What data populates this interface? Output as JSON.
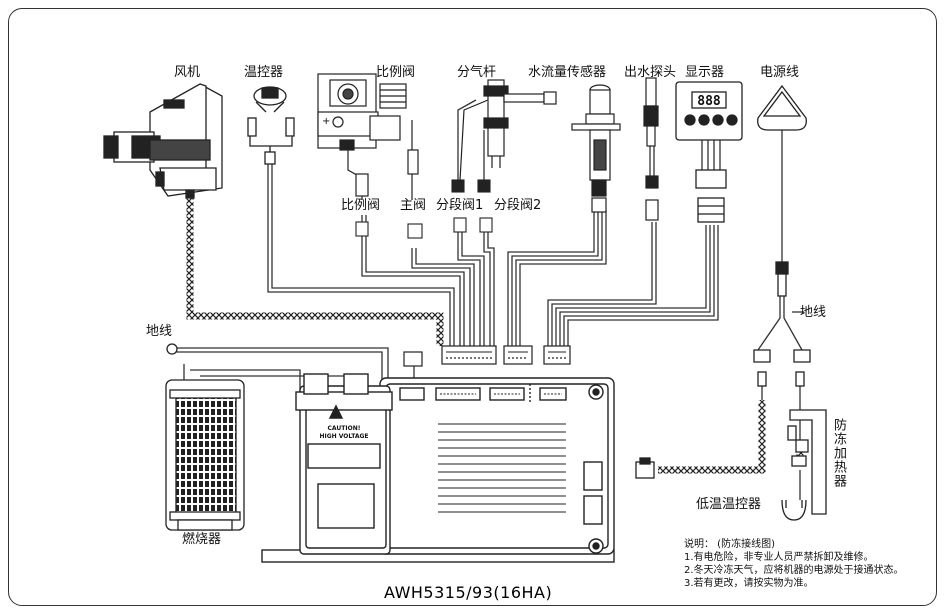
{
  "components": {
    "fan": "风机",
    "thermostat": "温控器",
    "proportional_valve": "比例阀",
    "gas_distributor": "分气杆",
    "water_flow_sensor": "水流量传感器",
    "outlet_probe": "出水探头",
    "display": "显示器",
    "power_cord": "电源线",
    "connector_proportional_valve": "比例阀",
    "connector_main_valve": "主阀",
    "connector_segment_valve1": "分段阀1",
    "connector_segment_valve2": "分段阀2",
    "ground_left": "地线",
    "ground_right": "地线",
    "burner": "燃烧器",
    "low_temp_thermostat": "低温温控器",
    "antifreeze_heater": "防冻加热器"
  },
  "panel": {
    "caution": "CAUTION!",
    "high_voltage": "HIGH VOLTAGE"
  },
  "display_readout": "888",
  "notes": {
    "title": "说明：    (防冻接线图)",
    "items": [
      "1.有电危险，非专业人员严禁拆卸及维修。",
      "2.冬天冷冻天气，应将机器的电源处于接通状态。",
      "3.若有更改，请按实物为准。"
    ]
  },
  "model": "AWH5315/93(16HA)"
}
